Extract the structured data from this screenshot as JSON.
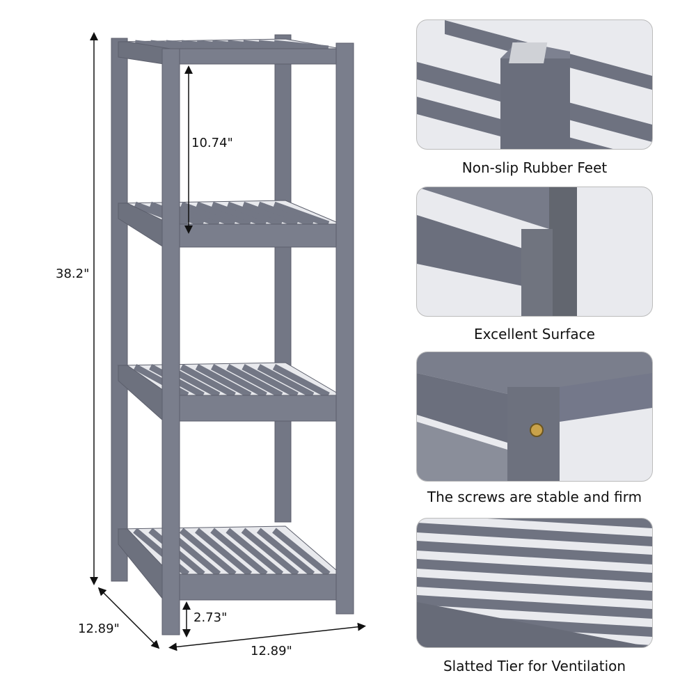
{
  "product": {
    "color": "#737785",
    "dimensions": {
      "total_height": "38.2\"",
      "shelf_spacing": "10.74\"",
      "bottom_clearance": "2.73\"",
      "depth": "12.89\"",
      "width": "12.89\""
    }
  },
  "features": [
    {
      "caption": "Non-slip Rubber Feet",
      "icon": "rubber-foot-detail"
    },
    {
      "caption": "Excellent Surface",
      "icon": "surface-detail"
    },
    {
      "caption": "The screws are stable and firm",
      "icon": "screw-detail"
    },
    {
      "caption": "Slatted Tier for Ventilation",
      "icon": "slats-detail"
    }
  ]
}
